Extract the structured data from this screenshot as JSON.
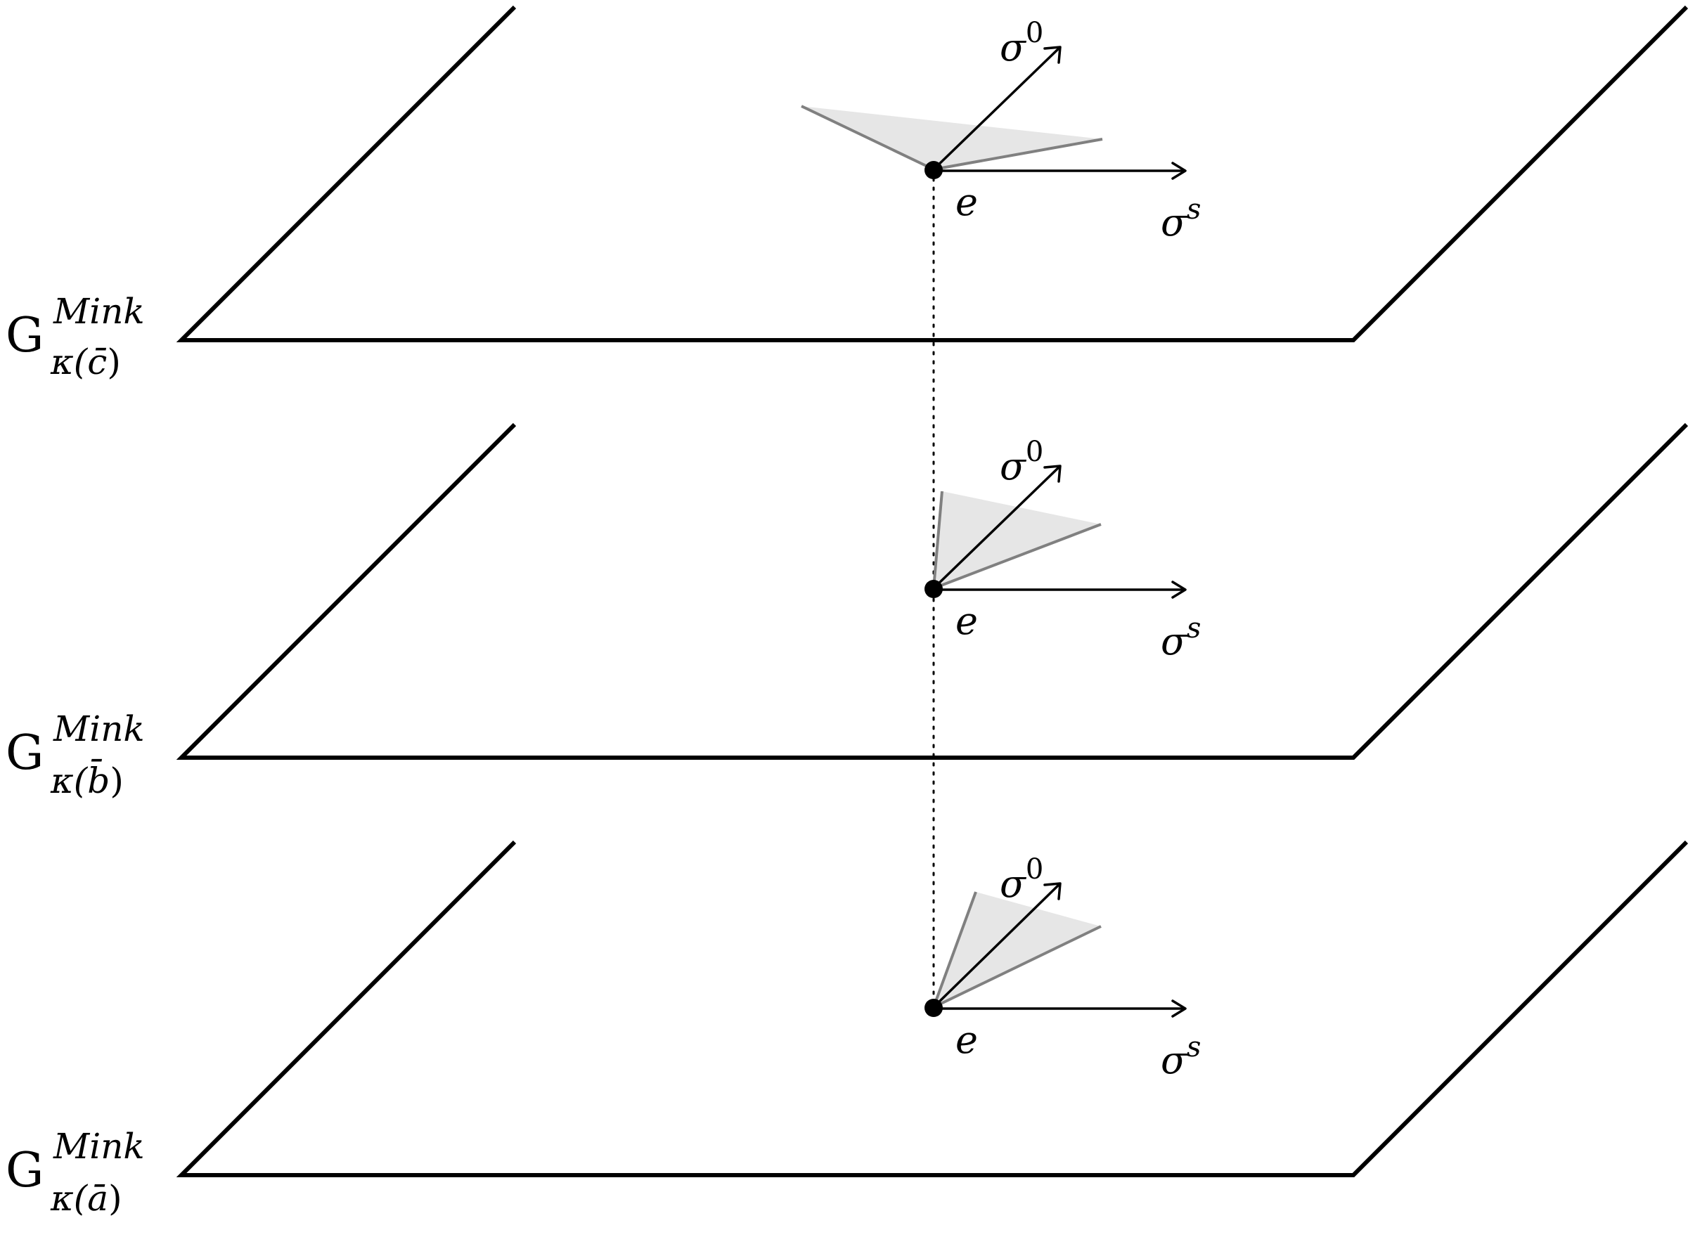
{
  "diagram": {
    "vertical_link": "dotted",
    "planes": [
      {
        "id": "c",
        "label": {
          "base": "G",
          "sup": "Mink",
          "sub_kappa": "κ(",
          "sub_letter": "c̄",
          "sub_close": ")"
        },
        "point_label": "e",
        "time_axis": {
          "sigma": "σ",
          "sup": "0"
        },
        "space_axis": {
          "sigma": "σ",
          "sup": "s"
        },
        "cone_color": "#e6e6e6"
      },
      {
        "id": "b",
        "label": {
          "base": "G",
          "sup": "Mink",
          "sub_kappa": "κ(",
          "sub_letter": "b̄",
          "sub_close": ")"
        },
        "point_label": "e",
        "time_axis": {
          "sigma": "σ",
          "sup": "0"
        },
        "space_axis": {
          "sigma": "σ",
          "sup": "s"
        },
        "cone_color": "#e6e6e6"
      },
      {
        "id": "a",
        "label": {
          "base": "G",
          "sup": "Mink",
          "sub_kappa": "κ(",
          "sub_letter": "ā",
          "sub_close": ")"
        },
        "point_label": "e",
        "time_axis": {
          "sigma": "σ",
          "sup": "0"
        },
        "space_axis": {
          "sigma": "σ",
          "sup": "s"
        },
        "cone_color": "#e6e6e6"
      }
    ]
  }
}
